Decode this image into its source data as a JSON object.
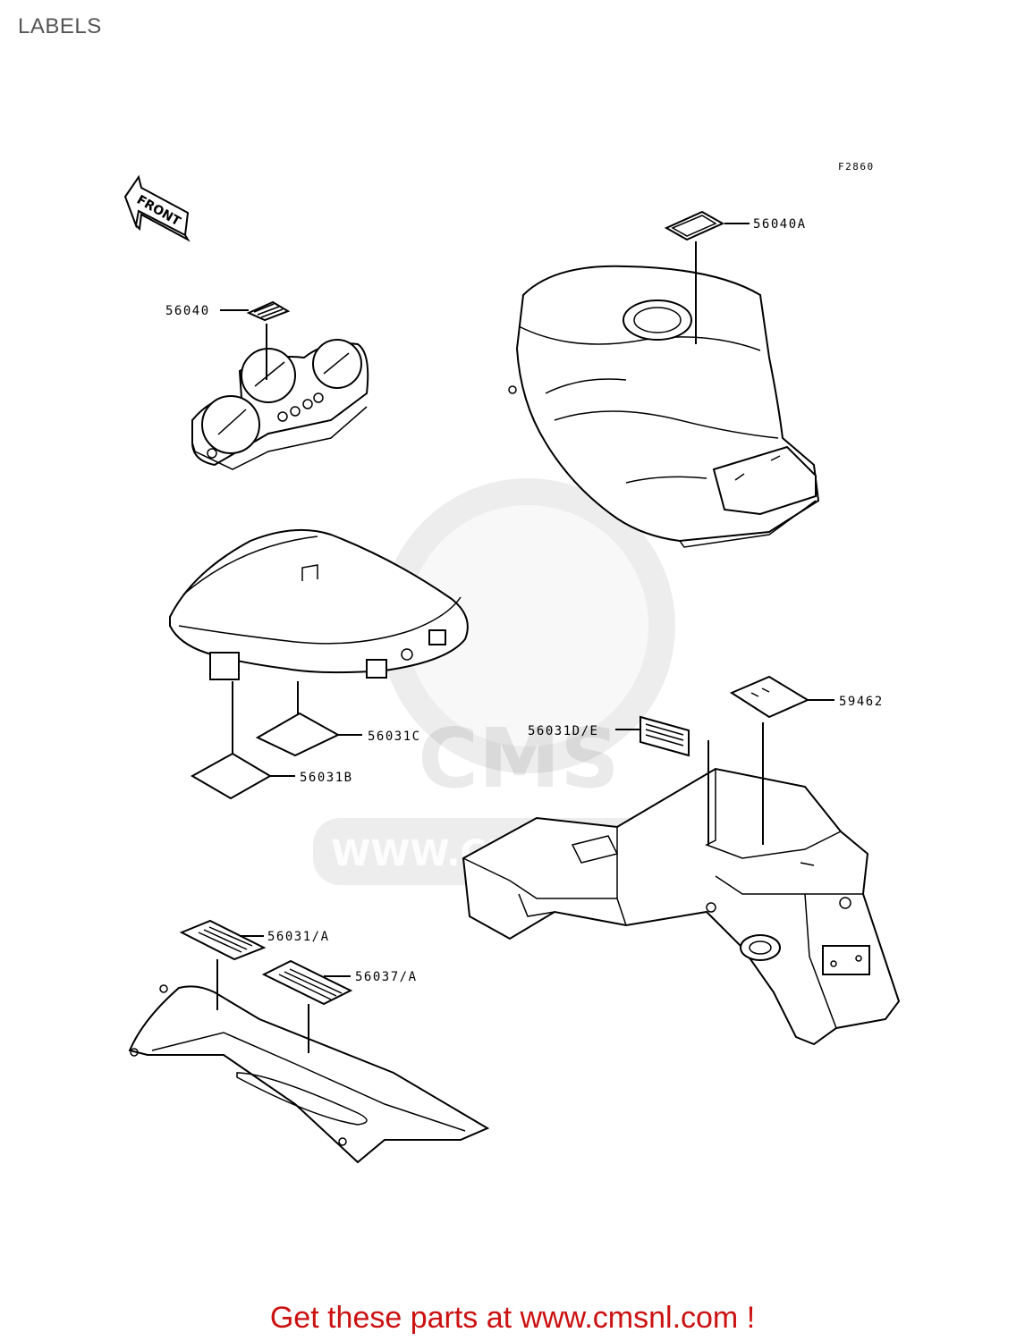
{
  "header": {
    "title": "LABELS"
  },
  "figure": {
    "code": "F2860",
    "front_arrow_text": "FRONT"
  },
  "parts": [
    {
      "id": "p1",
      "number": "56040A"
    },
    {
      "id": "p2",
      "number": "56040"
    },
    {
      "id": "p3",
      "number": "56031C"
    },
    {
      "id": "p4",
      "number": "56031B"
    },
    {
      "id": "p5",
      "number": "59462"
    },
    {
      "id": "p6",
      "number": "56031D/E"
    },
    {
      "id": "p7",
      "number": "56031/A"
    },
    {
      "id": "p8",
      "number": "56037/A"
    }
  ],
  "watermark": {
    "brand": "CMS",
    "url": "WWW.CMSNL.COM"
  },
  "footer": {
    "text": "Get these parts at www.cmsnl.com !"
  },
  "colors": {
    "footer": "#cc1111",
    "title": "#555555",
    "line": "#000000"
  }
}
